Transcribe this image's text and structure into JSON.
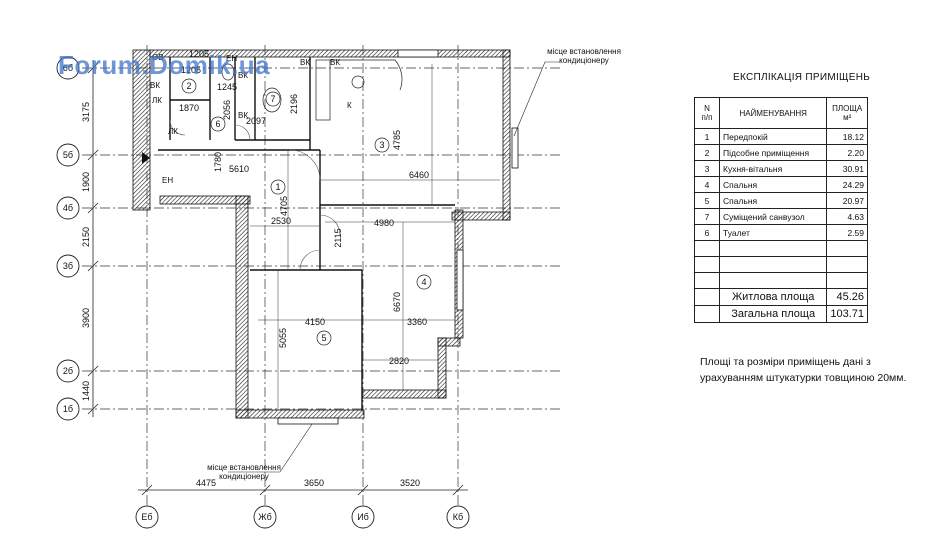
{
  "watermark": "Forum.Domik.ua",
  "labels": {
    "ac_top": [
      "місце встановлення",
      "кондиціонеру"
    ],
    "ac_bottom": [
      "місце встановлення",
      "кондиціонеру"
    ]
  },
  "axes_rows": [
    "6б",
    "5б",
    "4б",
    "3б",
    "2б",
    "1б"
  ],
  "axes_cols": [
    "Еб",
    "Жб",
    "Иб",
    "Кб"
  ],
  "row_spans": [
    "3175",
    "1900",
    "2150",
    "3900",
    "1440"
  ],
  "col_spans": [
    "4475",
    "3650",
    "3520"
  ],
  "dims": [
    "1205",
    "1205",
    "1245",
    "1870",
    "2056",
    "2196",
    "2097",
    "4785",
    "1780",
    "5610",
    "6460",
    "4705",
    "2530",
    "4980",
    "2115",
    "6670",
    "4150",
    "3360",
    "5055",
    "2820"
  ],
  "marks": [
    "ОВ",
    "ВК",
    "ВК",
    "ВК",
    "ВК",
    "ВК",
    "ЕН",
    "К",
    "ЛК",
    "ЛК",
    "ЕН"
  ],
  "room_numbers": [
    "1",
    "2",
    "3",
    "4",
    "5",
    "6",
    "7"
  ],
  "explication": {
    "title": "ЕКСПЛІКАЦІЯ ПРИМІЩЕНЬ",
    "headers": {
      "n": [
        "N",
        "п/п"
      ],
      "name": "НАЙМЕНУВАННЯ",
      "area": [
        "ПЛОЩА",
        "м²"
      ]
    },
    "rows": [
      {
        "n": "1",
        "name": "Передпокій",
        "area": "18.12"
      },
      {
        "n": "2",
        "name": "Підсобне приміщення",
        "area": "2.20"
      },
      {
        "n": "3",
        "name": "Кухня-вітальня",
        "area": "30.91"
      },
      {
        "n": "4",
        "name": "Спальня",
        "area": "24.29"
      },
      {
        "n": "5",
        "name": "Спальня",
        "area": "20.97"
      },
      {
        "n": "7",
        "name": "Суміщений санвузол",
        "area": "4.63"
      },
      {
        "n": "6",
        "name": "Туалет",
        "area": "2.59"
      }
    ],
    "living": {
      "label": "Житлова площа",
      "value": "45.26"
    },
    "total": {
      "label": "Загальна площа",
      "value": "103.71"
    }
  },
  "note": [
    "Площі та розміри приміщень дані з",
    "урахуванням штукатурки товщиною 20мм."
  ]
}
